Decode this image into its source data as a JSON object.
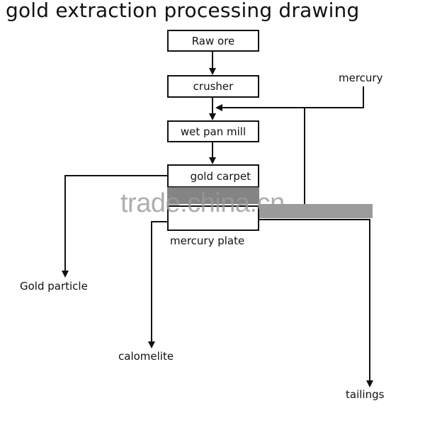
{
  "title": "gold extraction processing drawing",
  "nodes": {
    "raw_ore": "Raw ore",
    "crusher": "crusher",
    "wet_pan_mill": "wet pan mill",
    "gold_carpet": "gold carpet",
    "mercury_plate": "mercury plate"
  },
  "inputs": {
    "mercury": "mercury"
  },
  "outputs": {
    "gold_particle": "Gold particle",
    "calomelite": "calomelite",
    "tailings": "tailings"
  },
  "watermark": "trade.china.cn",
  "edges": [
    [
      "Raw ore",
      "crusher"
    ],
    [
      "crusher",
      "wet pan mill"
    ],
    [
      "mercury",
      "wet pan mill"
    ],
    [
      "mercury",
      "mercury plate"
    ],
    [
      "wet pan mill",
      "gold carpet"
    ],
    [
      "gold carpet",
      "Gold particle"
    ],
    [
      "mercury plate",
      "calomelite"
    ],
    [
      "mercury plate",
      "tailings"
    ]
  ]
}
